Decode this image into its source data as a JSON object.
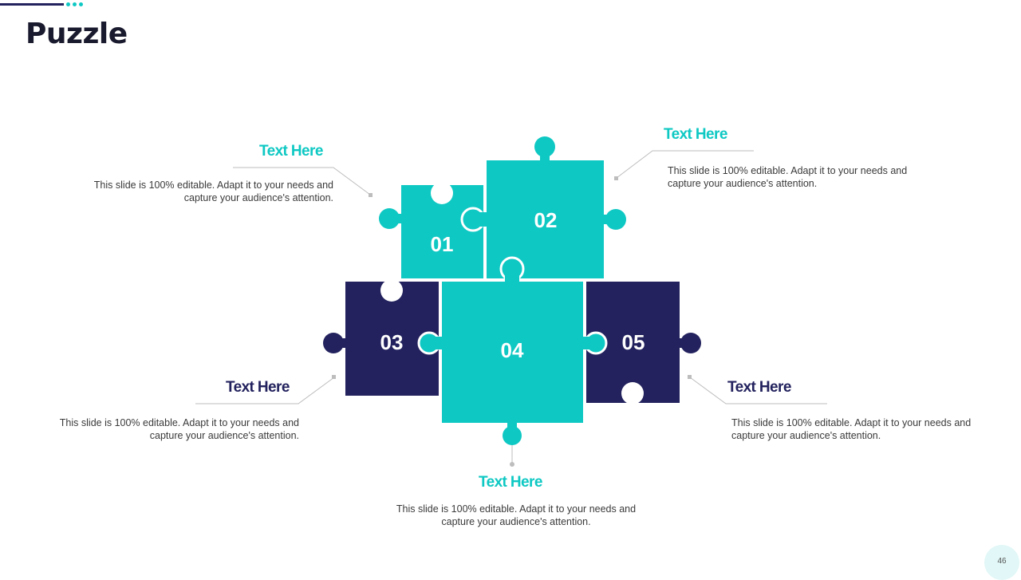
{
  "slide": {
    "title": "Puzzle",
    "page_number": "46",
    "colors": {
      "teal": "#0ec8c3",
      "navy": "#23225e",
      "leader": "#bdbdbd"
    }
  },
  "pieces": [
    {
      "number": "01",
      "color": "teal"
    },
    {
      "number": "02",
      "color": "teal"
    },
    {
      "number": "03",
      "color": "navy"
    },
    {
      "number": "04",
      "color": "teal"
    },
    {
      "number": "05",
      "color": "navy"
    }
  ],
  "callouts": [
    {
      "heading": "Text Here",
      "text": "This slide is 100% editable. Adapt it to your needs and capture your audience's attention."
    },
    {
      "heading": "Text Here",
      "text": "This slide is 100% editable. Adapt it to your needs and capture your audience's attention."
    },
    {
      "heading": "Text Here",
      "text": "This slide is 100% editable. Adapt it to your needs and capture your audience's attention."
    },
    {
      "heading": "Text Here",
      "text": "This slide is 100% editable. Adapt it to your needs and capture your audience's attention."
    },
    {
      "heading": "Text Here",
      "text": "This slide is 100% editable. Adapt it to your needs and capture your audience's attention."
    }
  ]
}
